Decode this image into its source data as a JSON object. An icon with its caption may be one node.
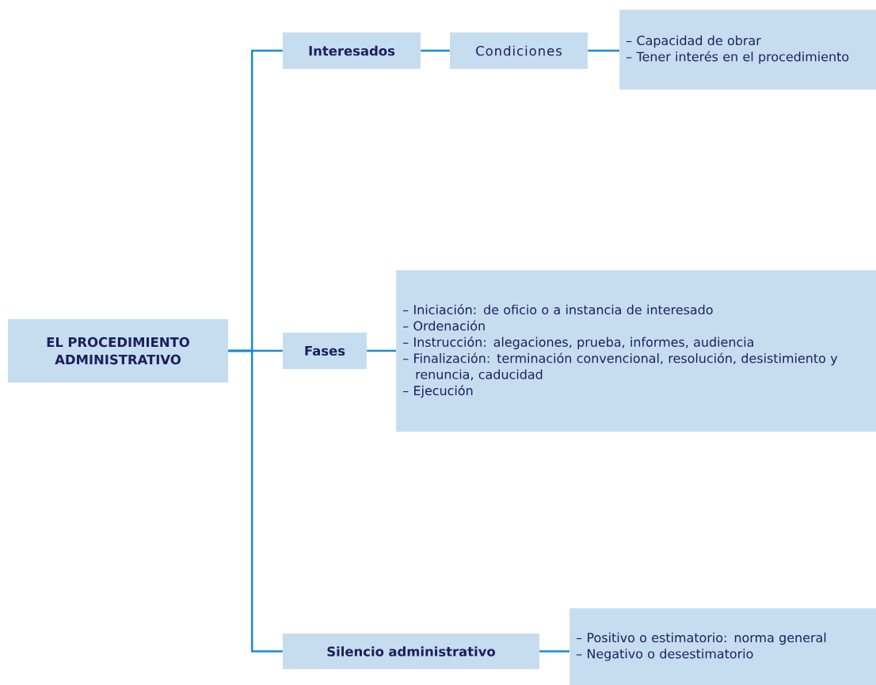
{
  "diagram": {
    "nodes": [
      {
        "text": [
          "EL PROCEDIMIENTO ADMINISTRATIVO"
        ]
      },
      {
        "text": [
          "Interesados"
        ]
      },
      {
        "text": [
          "Condiciones"
        ]
      },
      {
        "text": [
          "– Capacidad de obrar",
          "– Tener interés en el procedimiento"
        ]
      },
      {
        "text": [
          "Fases"
        ]
      },
      {
        "text": [
          "– Iniciación: de oficio o a instancia de interesado",
          "– Ordenación",
          "– Instrucción: alegaciones, prueba, informes, audiencia",
          "– Finalización: terminación convencional, resolución, desistimiento y renuncia, caducidad",
          "– Ejecución"
        ]
      },
      {
        "text": [
          "Silencio administrativo"
        ]
      },
      {
        "text": [
          "– Positivo o estimatorio: norma general",
          "– Negativo o desestimatorio"
        ]
      }
    ],
    "edges": [
      {
        "from": 0,
        "to": 1,
        "arrow": "none"
      },
      {
        "from": 0,
        "to": 4,
        "arrow": "none"
      },
      {
        "from": 0,
        "to": 6,
        "arrow": "none"
      },
      {
        "from": 1,
        "to": 2,
        "arrow": "none"
      },
      {
        "from": 2,
        "to": 3,
        "arrow": "none"
      },
      {
        "from": 4,
        "to": 5,
        "arrow": "none"
      },
      {
        "from": 6,
        "to": 7,
        "arrow": "none"
      }
    ]
  }
}
